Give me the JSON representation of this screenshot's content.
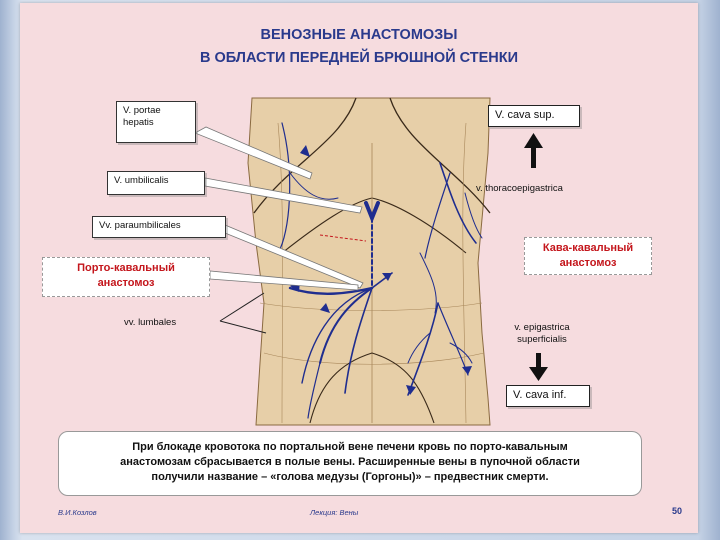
{
  "title": {
    "line1": "ВЕНОЗНЫЕ АНАСТОМОЗЫ",
    "line2": "В ОБЛАСТИ ПЕРЕДНЕЙ БРЮШНОЙ СТЕНКИ"
  },
  "labels": {
    "portae": [
      "V. portae",
      "hepatis"
    ],
    "umbilicalis": "V. umbilicalis",
    "paraumbilicales": "Vv. paraumbilicales",
    "porto_caval": [
      "Порто-кавальный",
      "анастомоз"
    ],
    "lumbales": "vv. lumbales",
    "cava_sup": "V. cava sup.",
    "thoracoepigastrica": "v. thoracoepigastrica",
    "cava_caval": [
      "Кава-кавальный",
      "анастомоз"
    ],
    "epigastrica": [
      "v. epigastrica",
      "superficialis"
    ],
    "cava_inf": "V. cava inf."
  },
  "info_text": [
    "При блокаде кровотока по портальной вене печени кровь по порто-кавальным",
    "анастомозам сбрасывается в полые вены. Расширенные вены в пупочной области",
    "получили название – «голова медузы (Горгоны)» – предвестник смерти."
  ],
  "footer": {
    "author": "В.И.Козлов",
    "lecture": "Лекция:  Вены",
    "page": "50"
  },
  "colors": {
    "title": "#2a3a8c",
    "highlight_red": "#c4161c",
    "vein_blue": "#1f2d8f",
    "skin": "#e7cfa8"
  },
  "icons": {
    "arrow_up": "arrow-up-icon",
    "arrow_down": "arrow-down-icon"
  }
}
